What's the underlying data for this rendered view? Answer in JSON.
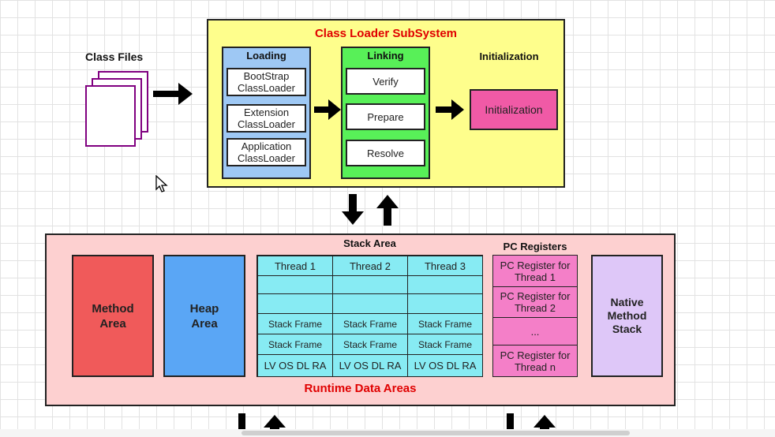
{
  "class_files": {
    "label": "Class Files"
  },
  "subsystem": {
    "title": "Class Loader SubSystem",
    "loading": {
      "title": "Loading",
      "loaders": [
        {
          "line1": "BootStrap",
          "line2": "ClassLoader"
        },
        {
          "line1": "Extension",
          "line2": "ClassLoader"
        },
        {
          "line1": "Application",
          "line2": "ClassLoader"
        }
      ]
    },
    "linking": {
      "title": "Linking",
      "steps": [
        "Verify",
        "Prepare",
        "Resolve"
      ]
    },
    "initialization": {
      "title": "Initialization",
      "box_label": "Initialization"
    }
  },
  "runtime": {
    "title": "Runtime Data Areas",
    "method_area": {
      "line1": "Method",
      "line2": "Area"
    },
    "heap_area": {
      "line1": "Heap",
      "line2": "Area"
    },
    "stack_area": {
      "title": "Stack Area",
      "threads": [
        "Thread 1",
        "Thread 2",
        "Thread 3"
      ],
      "stack_frame_label": "Stack Frame",
      "locals_label": "LV OS DL RA"
    },
    "pc_registers": {
      "title": "PC Registers",
      "registers": [
        {
          "line1": "PC Register for",
          "line2": "Thread 1"
        },
        {
          "line1": "PC Register for",
          "line2": "Thread 2"
        },
        {
          "line1": "...",
          "line2": ""
        },
        {
          "line1": "PC Register for",
          "line2": "Thread n"
        }
      ]
    },
    "native_stack": {
      "line1": "Native",
      "line2": "Method",
      "line3": "Stack"
    }
  },
  "colors": {
    "subsystem_bg": "#fefe8c",
    "loading_bg": "#9ec8f4",
    "linking_bg": "#58f058",
    "init_bg": "#f05aa6",
    "runtime_bg": "#fdd0d0",
    "method_bg": "#f05a5a",
    "heap_bg": "#5aa6f5",
    "stack_bg": "#87ebf3",
    "pc_bg": "#f47fc8",
    "native_bg": "#dec7f8",
    "title_red": "#e00000",
    "file_border": "#800080"
  },
  "icons": [
    "right-arrow-icon",
    "down-arrow-icon",
    "up-arrow-icon",
    "mouse-cursor-icon",
    "class-file-icon"
  ]
}
